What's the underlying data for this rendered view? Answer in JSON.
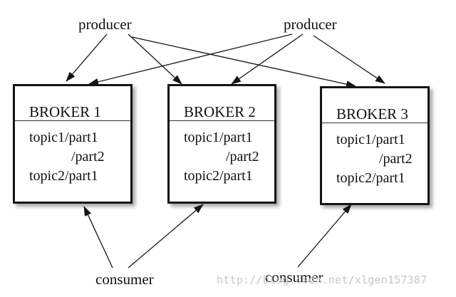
{
  "producers": [
    {
      "id": "producer-1",
      "label": "producer"
    },
    {
      "id": "producer-2",
      "label": "producer"
    }
  ],
  "brokers": [
    {
      "id": "broker-1",
      "title": "BROKER 1",
      "lines": [
        "topic1/part1",
        "/part2",
        "topic2/part1"
      ]
    },
    {
      "id": "broker-2",
      "title": "BROKER 2",
      "lines": [
        "topic1/part1",
        "/part2",
        "topic2/part1"
      ]
    },
    {
      "id": "broker-3",
      "title": "BROKER 3",
      "lines": [
        "topic1/part1",
        "/part2",
        "topic2/part1"
      ]
    }
  ],
  "consumers": [
    {
      "id": "consumer-1",
      "label": "consumer"
    },
    {
      "id": "consumer-2",
      "label": "consumer"
    }
  ],
  "edges": [
    {
      "from": "producer-1",
      "to": "broker-1"
    },
    {
      "from": "producer-1",
      "to": "broker-2"
    },
    {
      "from": "producer-1",
      "to": "broker-3"
    },
    {
      "from": "producer-2",
      "to": "broker-1"
    },
    {
      "from": "producer-2",
      "to": "broker-2"
    },
    {
      "from": "producer-2",
      "to": "broker-3"
    },
    {
      "from": "consumer-1",
      "to": "broker-1"
    },
    {
      "from": "consumer-1",
      "to": "broker-2"
    },
    {
      "from": "consumer-2",
      "to": "broker-3"
    }
  ],
  "watermark": "http://blog.csdn.net/xlgen157387",
  "colors": {
    "stroke": "#151515",
    "watermark": "#c8c8c8"
  }
}
